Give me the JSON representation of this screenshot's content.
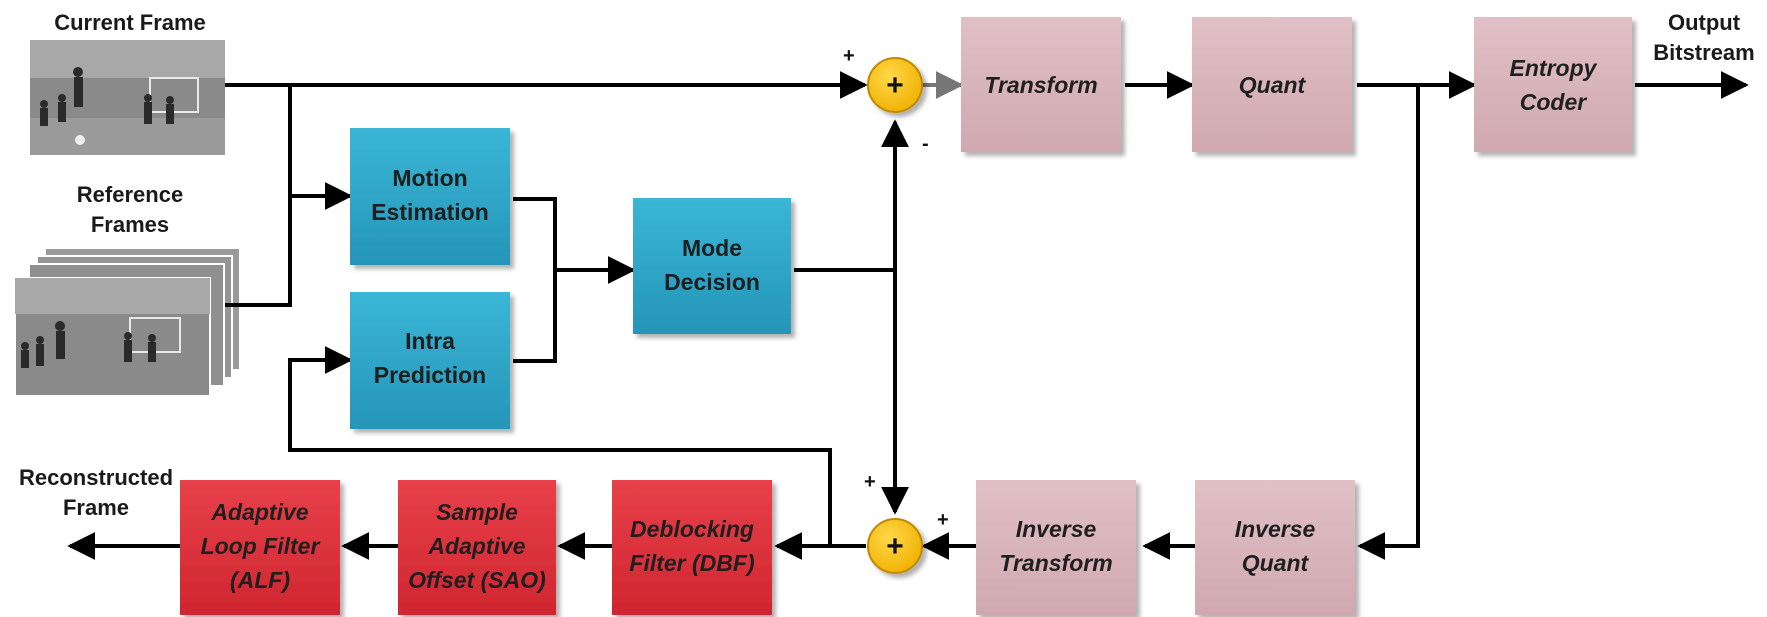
{
  "labels": {
    "current_frame": "Current Frame",
    "reference_frames": [
      "Reference",
      "Frames"
    ],
    "output_bitstream": [
      "Output",
      "Bitstream"
    ],
    "reconstructed_frame": [
      "Reconstructed",
      "Frame"
    ]
  },
  "blocks": {
    "motion_estimation": [
      "Motion",
      "Estimation"
    ],
    "intra_prediction": [
      "Intra",
      "Prediction"
    ],
    "mode_decision": [
      "Mode",
      "Decision"
    ],
    "transform": [
      "Transform"
    ],
    "quant": [
      "Quant"
    ],
    "entropy_coder": [
      "Entropy",
      "Coder"
    ],
    "inverse_quant": [
      "Inverse",
      "Quant"
    ],
    "inverse_transform": [
      "Inverse",
      "Transform"
    ],
    "deblocking_filter": [
      "Deblocking",
      "Filter (DBF)"
    ],
    "sao": [
      "Sample",
      "Adaptive",
      "Offset (SAO)"
    ],
    "alf": [
      "Adaptive",
      "Loop Filter",
      "(ALF)"
    ]
  },
  "signs": {
    "top_sum_plus": "+",
    "top_sum_minus": "-",
    "bottom_sum_plus_top": "+",
    "bottom_sum_plus_right": "+"
  },
  "summer_symbol": "+",
  "colors": {
    "blue_block": "#2fa8c8",
    "pink_block": "#d8b4bc",
    "red_block": "#e0323c",
    "summer": "#f8c21c"
  }
}
